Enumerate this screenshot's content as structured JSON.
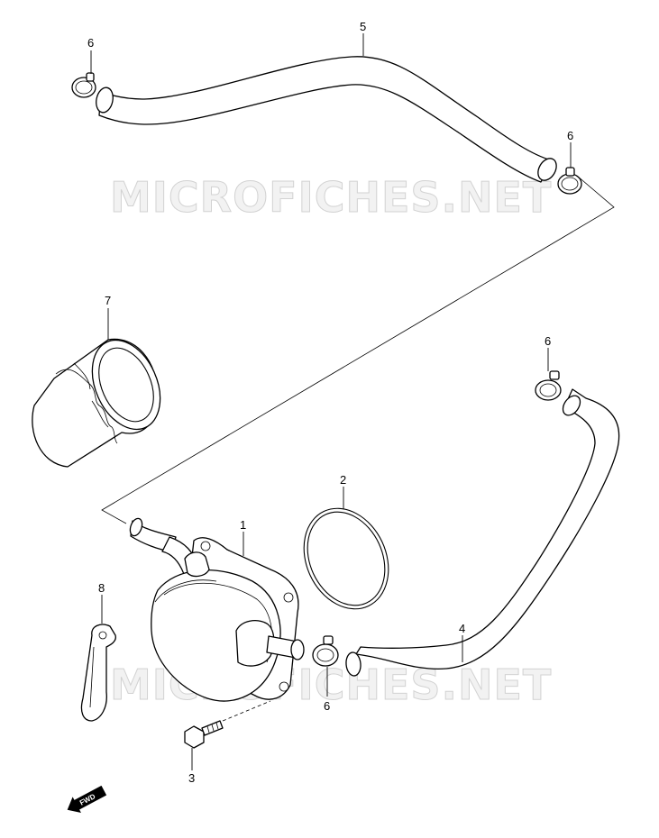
{
  "watermark": {
    "text": "MICROFICHES.NET"
  },
  "direction_badge": {
    "text": "FWD"
  },
  "callouts": [
    {
      "id": "1",
      "part": "oil-cooler"
    },
    {
      "id": "2",
      "part": "o-ring"
    },
    {
      "id": "3",
      "part": "bolt"
    },
    {
      "id": "4",
      "part": "lower-hose"
    },
    {
      "id": "5",
      "part": "upper-hose"
    },
    {
      "id": "6",
      "part": "clamp"
    },
    {
      "id": "7",
      "part": "oil-filter"
    },
    {
      "id": "8",
      "part": "bracket"
    }
  ]
}
